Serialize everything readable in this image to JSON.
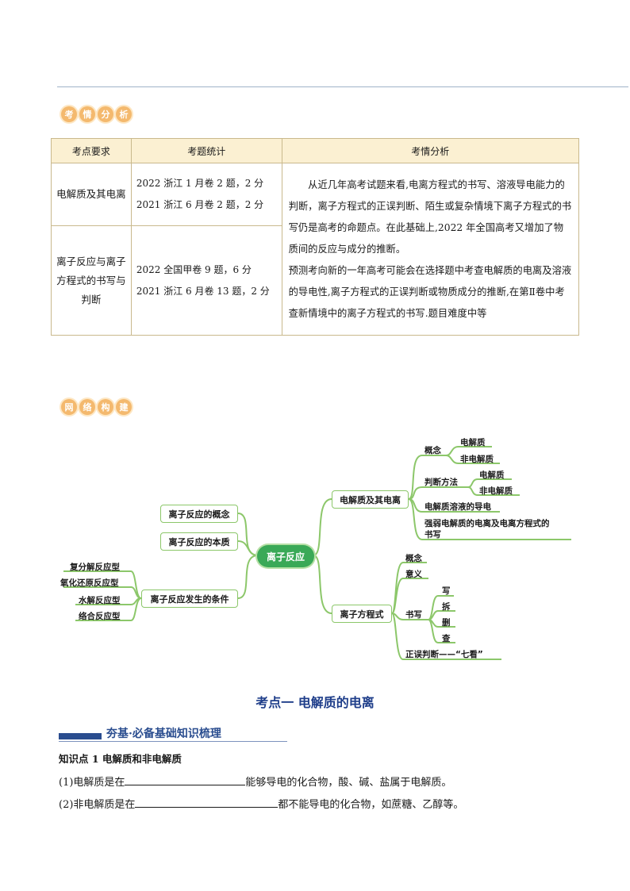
{
  "header_chip_1": [
    "考",
    "情",
    "分",
    "析"
  ],
  "header_chip_2": [
    "网",
    "络",
    "构",
    "建"
  ],
  "table": {
    "headers": [
      "考点要求",
      "考题统计",
      "考情分析"
    ],
    "rows": [
      {
        "req": "电解质及其电离",
        "stats": [
          "2022 浙江 1 月卷 2 题，2 分",
          "2021 浙江 6 月卷 2 题，2 分"
        ]
      },
      {
        "req": "离子反应与离子方程式的书写与判断",
        "stats": [
          "2022 全国甲卷 9 题，6 分",
          "2021 浙江 6 月卷 13 题，2 分"
        ]
      }
    ],
    "analysis_p1": "从近几年高考试题来看,电离方程式的书写、溶液导电能力的判断，离子方程式的正误判断、陌生或复杂情境下离子方程式的书写仍是高考的命题点。在此基础上,2022 年全国高考又增加了物质间的反应与成分的推断。",
    "analysis_p2": "预测考向新的一年高考可能会在选择题中考查电解质的电离及溶液的导电性,离子方程式的正误判断或物质成分的推断,在第Ⅱ卷中考查新情境中的离子方程式的书写.题目难度中等"
  },
  "mindmap": {
    "center": "离子反应",
    "left_nodes": [
      "离子反应的概念",
      "离子反应的本质",
      "离子反应发生的条件"
    ],
    "left_leaves": [
      "复分解反应型",
      "氧化还原反应型",
      "水解反应型",
      "络合反应型"
    ],
    "right_top": "电解质及其电离",
    "right_top_items": {
      "concept": "概念",
      "concept_sub": [
        "电解质",
        "非电解质"
      ],
      "method": "判断方法",
      "method_sub": [
        "电解质",
        "非电解质"
      ],
      "conduct": "电解质溶液的导电",
      "strongweak_1": "强弱电解质的电离及电离方程式的",
      "strongweak_2": "书写"
    },
    "right_bottom": "离子方程式",
    "right_bottom_items": {
      "concept": "概念",
      "meaning": "意义",
      "write": "书写",
      "write_sub": [
        "写",
        "拆",
        "删",
        "查"
      ],
      "judge": "正误判断——“七看”"
    }
  },
  "section_title": "考点一  电解质的电离",
  "bar_title": "夯基·必备基础知识梳理",
  "knowledge_point": "知识点 1  电解质和非电解质",
  "line1_a": "(1)电解质是在",
  "line1_b": "能够导电的化合物，酸、碱、盐属于电解质。",
  "line2_a": "(2)非电解质是在",
  "line2_b": "都不能导电的化合物，如蔗糖、乙醇等。"
}
